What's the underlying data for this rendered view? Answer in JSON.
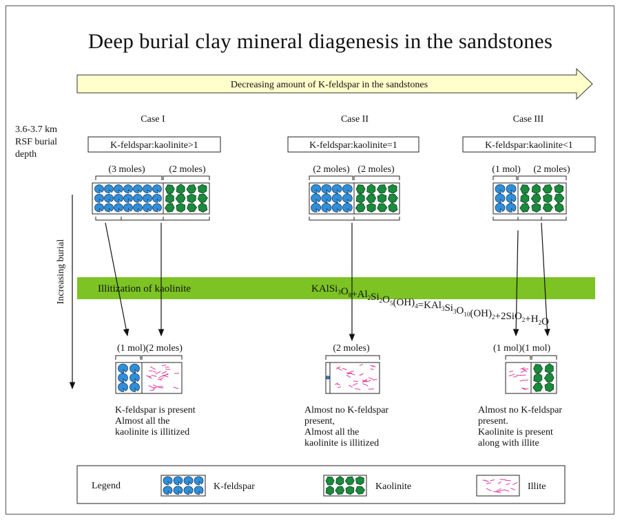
{
  "title": "Deep burial clay mineral diagenesis in the sandstones",
  "top_arrow_label": "Decreasing amount of K-feldspar in the sandstones",
  "depth_label": [
    "3.6-3.7 km",
    "RSF burial",
    "depth"
  ],
  "burial_label": "Increasing burial",
  "band_left_label": "Illitization of kaolinite",
  "reaction": {
    "t1": "KAlSi",
    "s1": "3",
    "t2": "O",
    "s2": "8",
    "t3": "+Al",
    "s3": "2",
    "t4": "Si",
    "s4": "2",
    "t5": "O",
    "s5": "5",
    "t6": "(OH)",
    "s6": "4",
    "t7": "=KAl",
    "s7": "3",
    "t8": "Si",
    "s8": "3",
    "t9": "O",
    "s9": "10",
    "t10": "(OH)",
    "s10": "2",
    "t11": "+2SiO",
    "s11": "2",
    "t12": "+H",
    "s12": "2",
    "t13": "O"
  },
  "cases": [
    {
      "name": "Case I",
      "ratio": "K-feldspar:kaolinite>1",
      "top_left_moles": "(3 moles)",
      "top_right_moles": "(2 moles)",
      "bottom_moles": "(1 mol)(2 moles)",
      "description": "K-feldspar is present\nAlmost all the\nkaolinite is illitized"
    },
    {
      "name": "Case II",
      "ratio": "K-feldspar:kaolinite=1",
      "top_left_moles": "(2 moles)",
      "top_right_moles": "(2 moles)",
      "bottom_moles": "(2 moles)",
      "description": "Almost no K-feldspar\npresent,\nAlmost all the\nkaolinite is illitized"
    },
    {
      "name": "Case III",
      "ratio": "K-feldspar:kaolinite<1",
      "top_left_moles": "(1 mol)",
      "top_right_moles": "(2 moles)",
      "bottom_moles": "(1 mol)(1 mol)",
      "description": "Almost no K-feldspar\npresent.\nKaolinite is present\nalong with illite"
    }
  ],
  "legend": {
    "title": "Legend",
    "items": [
      "K-feldspar",
      "Kaolinite",
      "Illite"
    ]
  },
  "colors": {
    "kfeldspar": "#2f8fd8",
    "kaolinite": "#1a8a3c",
    "illite": "#e0389a",
    "band": "#7cc323",
    "arrow_fill": "#ffffcc"
  }
}
